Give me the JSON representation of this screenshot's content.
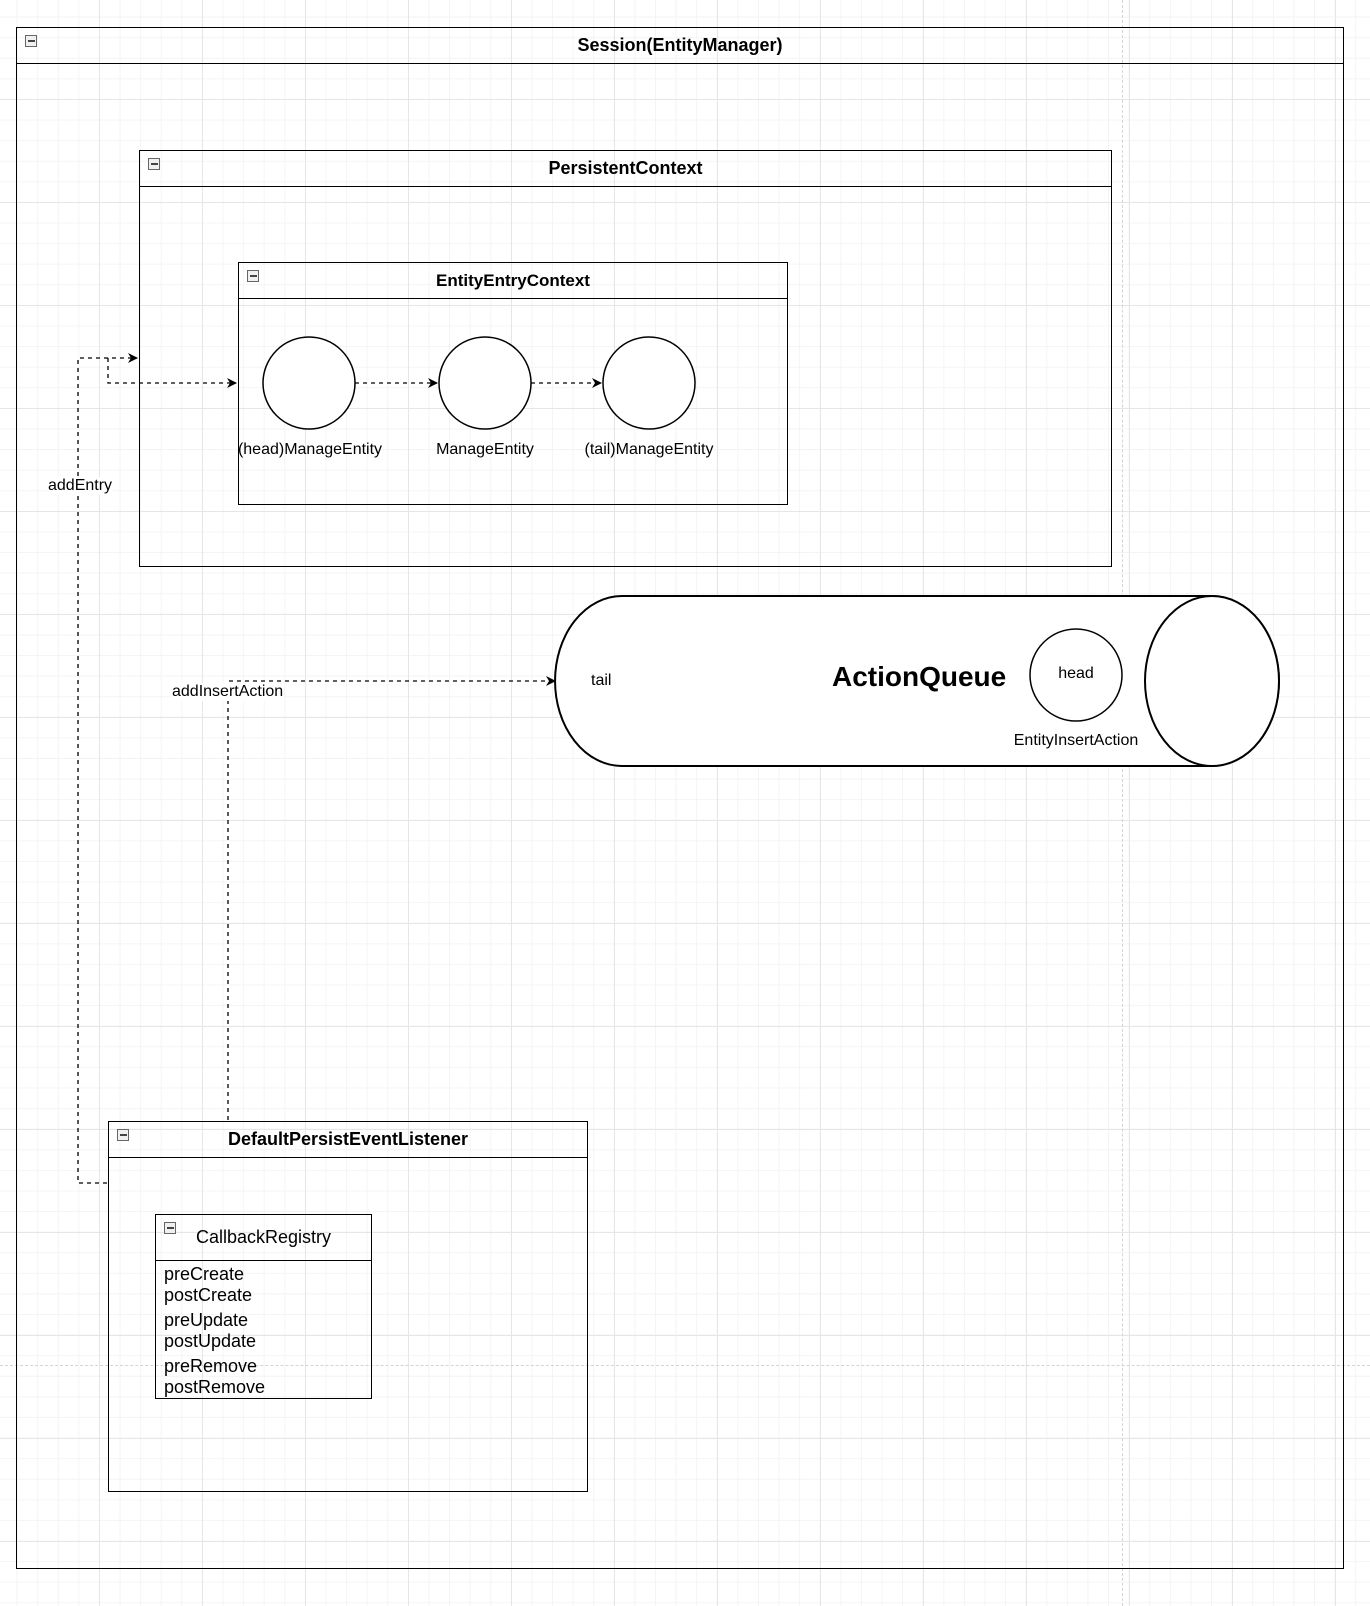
{
  "session": {
    "title": "Session(EntityManager)"
  },
  "persistent_context": {
    "title": "PersistentContext"
  },
  "entity_entry_context": {
    "title": "EntityEntryContext",
    "nodes": [
      "(head)ManageEntity",
      "ManageEntity",
      "(tail)ManageEntity"
    ]
  },
  "action_queue": {
    "title": "ActionQueue",
    "tail_label": "tail",
    "head_label": "head",
    "head_caption": "EntityInsertAction"
  },
  "edges": {
    "add_entry": "addEntry",
    "add_insert_action": "addInsertAction"
  },
  "listener": {
    "title": "DefaultPersistEventListener"
  },
  "callback_registry": {
    "title": "CallbackRegistry",
    "items": [
      "preCreate",
      "postCreate",
      "preUpdate",
      "postUpdate",
      "preRemove",
      "postRemove"
    ]
  }
}
